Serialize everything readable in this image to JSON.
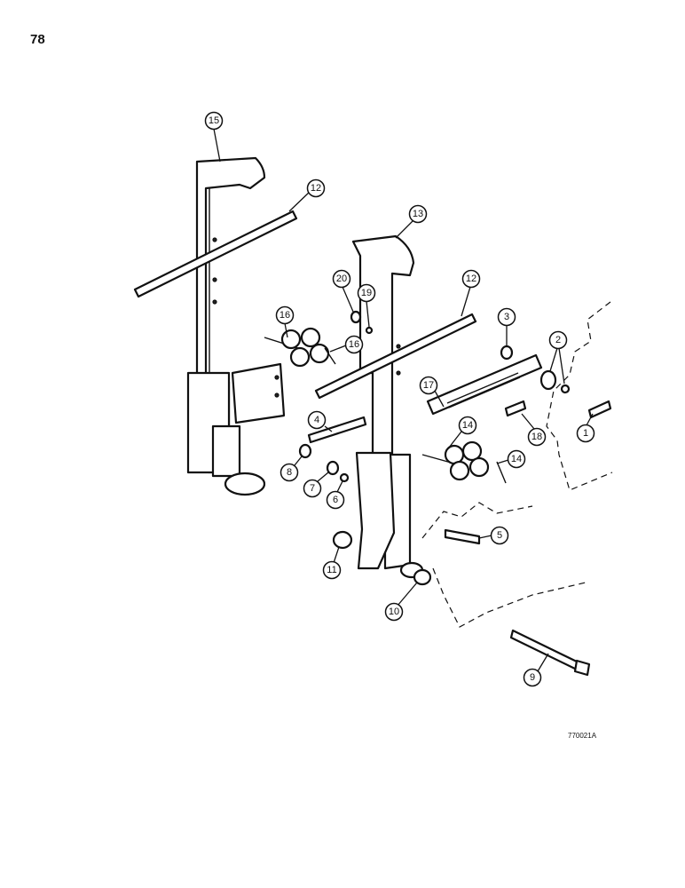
{
  "page": {
    "number": "78",
    "figure_code": "770021A"
  },
  "callouts": [
    {
      "label": "15"
    },
    {
      "label": "12"
    },
    {
      "label": "13"
    },
    {
      "label": "12"
    },
    {
      "label": "20"
    },
    {
      "label": "19"
    },
    {
      "label": "16"
    },
    {
      "label": "16"
    },
    {
      "label": "3"
    },
    {
      "label": "2"
    },
    {
      "label": "17"
    },
    {
      "label": "1"
    },
    {
      "label": "18"
    },
    {
      "label": "4"
    },
    {
      "label": "8"
    },
    {
      "label": "7"
    },
    {
      "label": "6"
    },
    {
      "label": "14"
    },
    {
      "label": "14"
    },
    {
      "label": "5"
    },
    {
      "label": "11"
    },
    {
      "label": "10"
    },
    {
      "label": "9"
    }
  ]
}
